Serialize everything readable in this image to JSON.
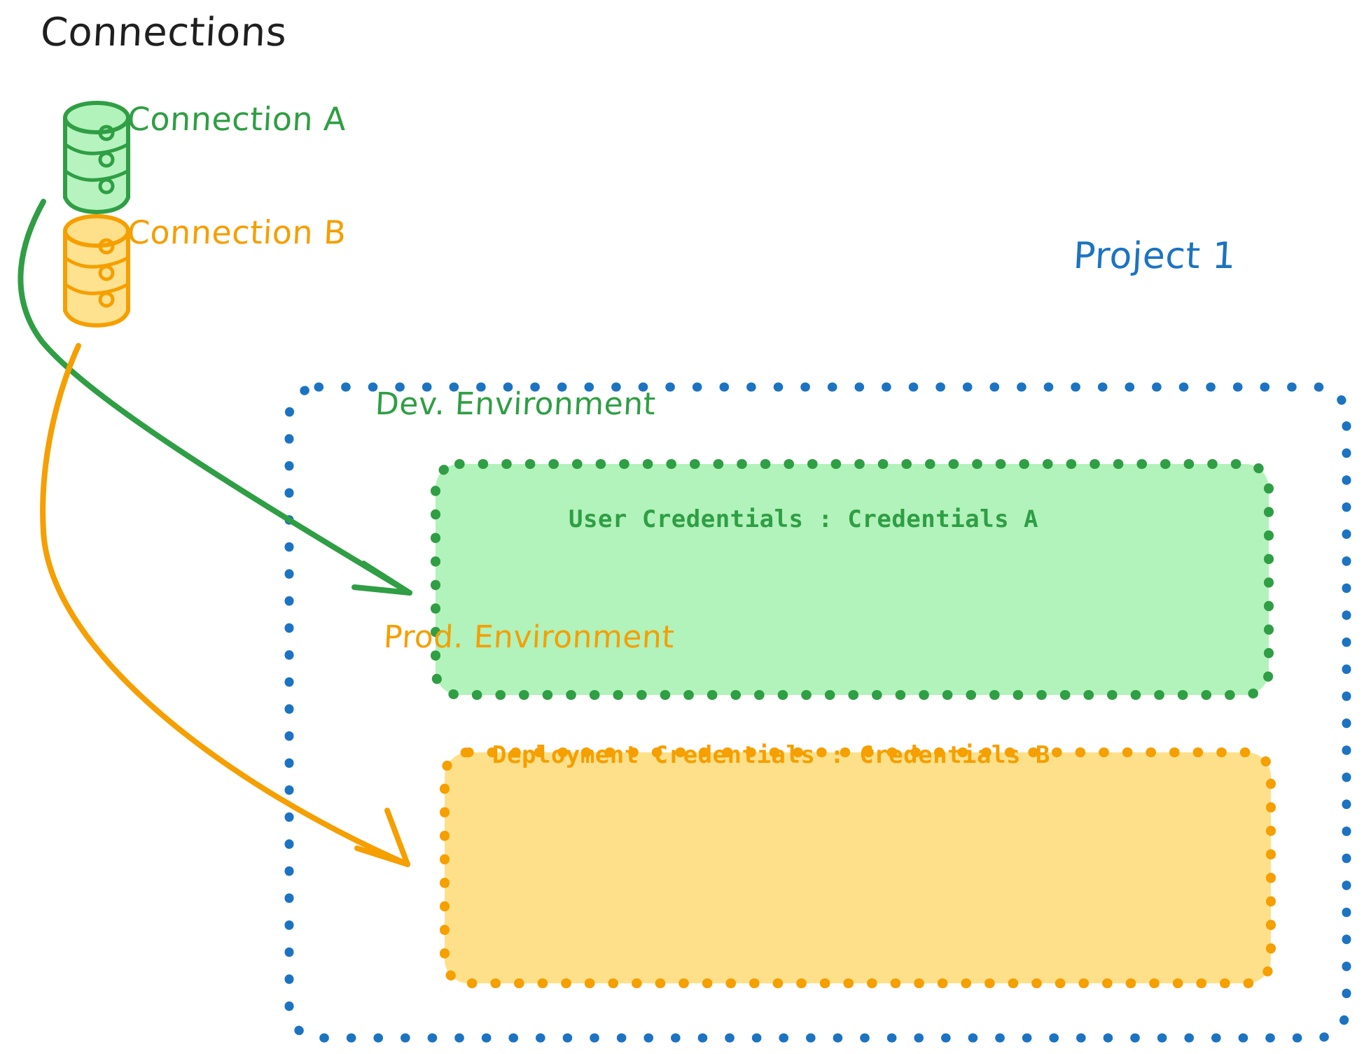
{
  "diagram": {
    "title": "Connections",
    "background": "#ffffff"
  },
  "connections": {
    "heading": "Connections",
    "items": [
      {
        "id": "connection-a",
        "label": "Connection A",
        "icon": "database-cylinder-icon",
        "color": "#2f9e44",
        "fill": "#b2f2bb"
      },
      {
        "id": "connection-b",
        "label": "Connection B",
        "icon": "database-cylinder-icon",
        "color": "#f59f00",
        "fill": "#ffe08a"
      }
    ]
  },
  "project": {
    "label": "Project 1",
    "color": "#1c73c2",
    "border_style": "dotted",
    "environments": [
      {
        "id": "dev-environment",
        "title": "Dev. Environment",
        "credentials_text": "User Credentials : Credentials A",
        "credentials_key": "User Credentials",
        "credentials_value": "Credentials A",
        "color": "#2f9e44",
        "fill": "#b2f2bb",
        "source_connection": "Connection A"
      },
      {
        "id": "prod-environment",
        "title": "Prod. Environment",
        "credentials_text": "Deployment Credentials : Credentials B",
        "credentials_key": "Deployment Credentials",
        "credentials_value": "Credentials B",
        "color": "#f59f00",
        "fill": "#ffe08a",
        "source_connection": "Connection B"
      }
    ]
  },
  "arrows": [
    {
      "id": "arrow-connection-a-to-dev",
      "from": "Connection A",
      "to": "Dev. Environment",
      "color": "#2f9e44"
    },
    {
      "id": "arrow-connection-b-to-prod",
      "from": "Connection B",
      "to": "Prod. Environment",
      "color": "#f59f00"
    }
  ]
}
